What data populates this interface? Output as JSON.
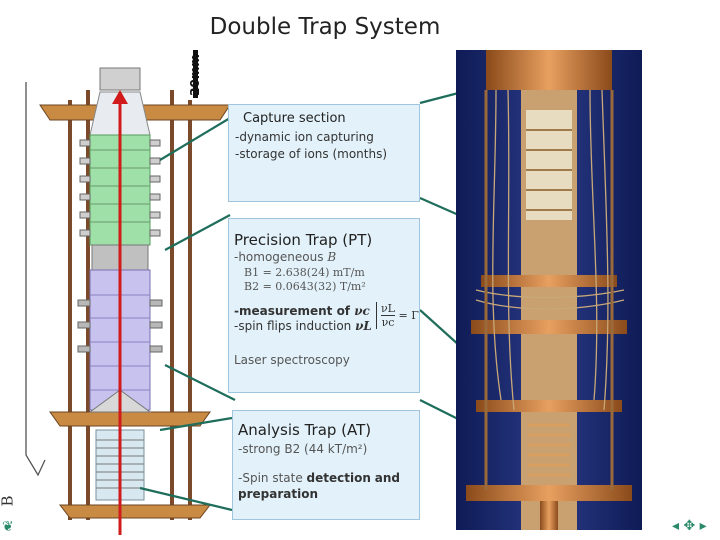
{
  "title": "Double Trap System",
  "scale_label": "20mm",
  "field_label": "B",
  "capture": {
    "heading": "Capture section",
    "line1": "-dynamic ion capturing",
    "line2": "-storage of ions (months)"
  },
  "precision": {
    "heading": "Precision Trap (PT)",
    "homog_prefix": "-homogeneous",
    "homog_symbol": "B",
    "b1": "B1 = 2.638(24) mT/m",
    "b2": "B2 = 0.0643(32) T/m²",
    "meas_prefix": "-measurement of",
    "meas_symbol": "νc",
    "spin_prefix": "-spin flips induction",
    "spin_symbol": "νL",
    "ratio_num": "νL",
    "ratio_den": "νc",
    "ratio_rhs": "= Γ",
    "laser": "Laser spectroscopy"
  },
  "analysis": {
    "heading": "Analysis Trap (AT)",
    "strong": "-strong B2 (44 kT/m²)",
    "spin_state_prefix": "-Spin state",
    "spin_state_bold": "detection",
    "spin_state_suffix": "and",
    "prep": "preparation"
  },
  "colors": {
    "capture_box": "#e3f2fa",
    "connector": "#1f6e5c",
    "axis_arrow": "#d11a1a",
    "capture_electrodes": "#9fe0a8",
    "precision_electrodes": "#c8c2ee",
    "analysis_coil": "#d8e8f0",
    "flange": "#b87a3a"
  },
  "icons": {
    "corner": "leaf-logo-icon",
    "nav": "navigation-arrows-icon"
  }
}
